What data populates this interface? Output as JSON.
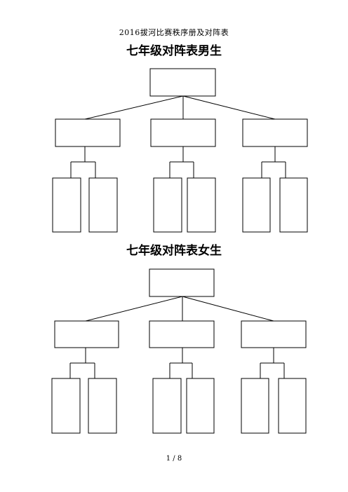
{
  "header": {
    "doc_title": "2016拔河比赛秩序册及对阵表"
  },
  "sections": [
    {
      "title": "七年级对阵表男生"
    },
    {
      "title": "七年级对阵表女生"
    }
  ],
  "footer": {
    "page_number": "1 / 8"
  }
}
